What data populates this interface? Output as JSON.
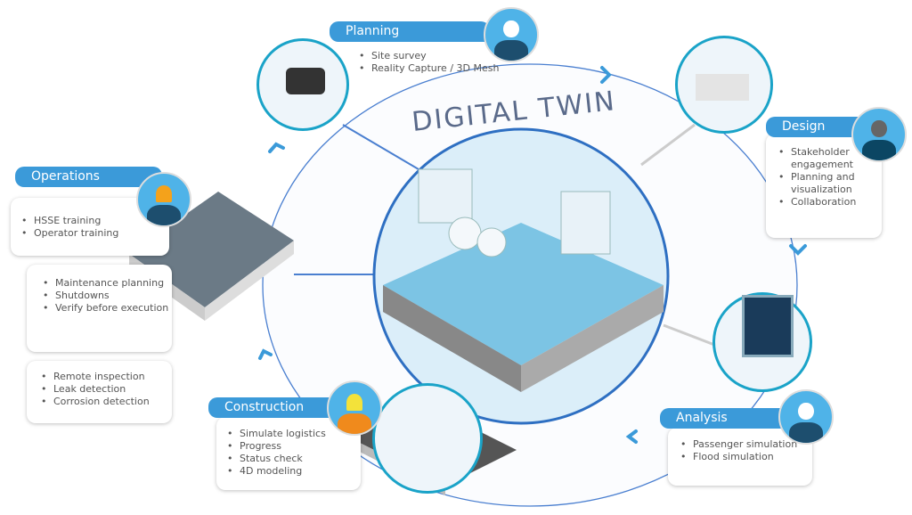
{
  "title": "DIGITAL TWIN",
  "colors": {
    "accent": "#3b9ad9",
    "ring": "#1aa3c8",
    "orbit": "#4a7fd0"
  },
  "planning": {
    "label": "Planning",
    "items": [
      "Site survey",
      "Reality Capture / 3D Mesh"
    ]
  },
  "design": {
    "label": "Design",
    "items": [
      "Stakeholder engagement",
      "Planning and visualization",
      "Collaboration"
    ]
  },
  "analysis": {
    "label": "Analysis",
    "items": [
      "Passenger simulation",
      "Flood simulation"
    ]
  },
  "construction": {
    "label": "Construction",
    "items": [
      "Simulate logistics",
      "Progress",
      "Status check",
      "4D modeling"
    ]
  },
  "operations": {
    "label": "Operations",
    "items": [
      "HSSE training",
      "Operator training"
    ]
  },
  "maintenance": {
    "items": [
      "Maintenance planning",
      "Shutdowns",
      "Verify before execution"
    ]
  },
  "inspection": {
    "items": [
      "Remote inspection",
      "Leak detection",
      "Corrosion detection"
    ]
  }
}
